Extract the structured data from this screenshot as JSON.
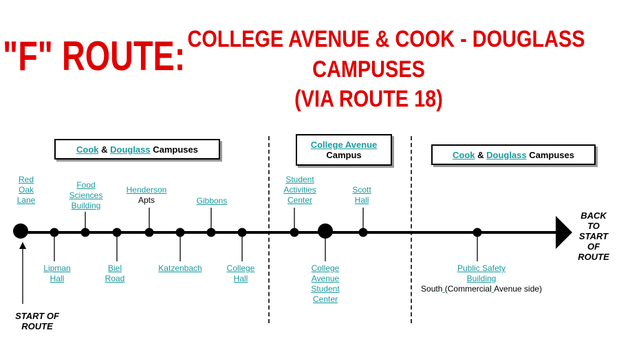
{
  "title": {
    "route": "\"F\" ROUTE:",
    "subtitle_lines": [
      "COLLEGE AVENUE & COOK - DOUGLASS",
      "CAMPUSES",
      "(VIA ROUTE 18)"
    ]
  },
  "campus_boxes": [
    {
      "link1": "Cook",
      "sep": " & ",
      "link2": "Douglass",
      "suffix": " Campuses"
    },
    {
      "link": "College Avenue",
      "line2": "Campus"
    },
    {
      "link1": "Cook",
      "sep": " & ",
      "link2": "Douglass",
      "suffix": " Campuses"
    }
  ],
  "stops_above": [
    {
      "lines": [
        "Red",
        "Oak",
        "Lane"
      ]
    },
    {
      "lines": [
        "Food",
        "Sciences",
        "Building"
      ]
    },
    {
      "lines": [
        "Henderson"
      ],
      "plain": [
        "Apts"
      ]
    },
    {
      "lines": [
        "Gibbons"
      ]
    },
    {
      "lines": [
        "Student",
        "Activities",
        "Center"
      ]
    },
    {
      "lines": [
        "Scott",
        "Hall"
      ]
    }
  ],
  "stops_below": [
    {
      "lines": [
        "Lipman",
        "Hall"
      ]
    },
    {
      "lines": [
        "Biel",
        "Road"
      ]
    },
    {
      "lines": [
        "Katzenbach"
      ]
    },
    {
      "lines": [
        "College",
        "Hall"
      ]
    },
    {
      "lines": [
        "College",
        "Avenue",
        "Student",
        "Center"
      ]
    },
    {
      "lines": [
        "Public Safety",
        "Building"
      ],
      "plain": [
        "South",
        "(Commercial",
        "Avenue side)"
      ]
    }
  ],
  "start_label": [
    "START OF",
    "ROUTE"
  ],
  "back_label": [
    "BACK",
    "TO",
    "START",
    "OF",
    "ROUTE"
  ],
  "colors": {
    "title": "#e00000",
    "link": "#1a9aa0",
    "line": "#000000"
  }
}
